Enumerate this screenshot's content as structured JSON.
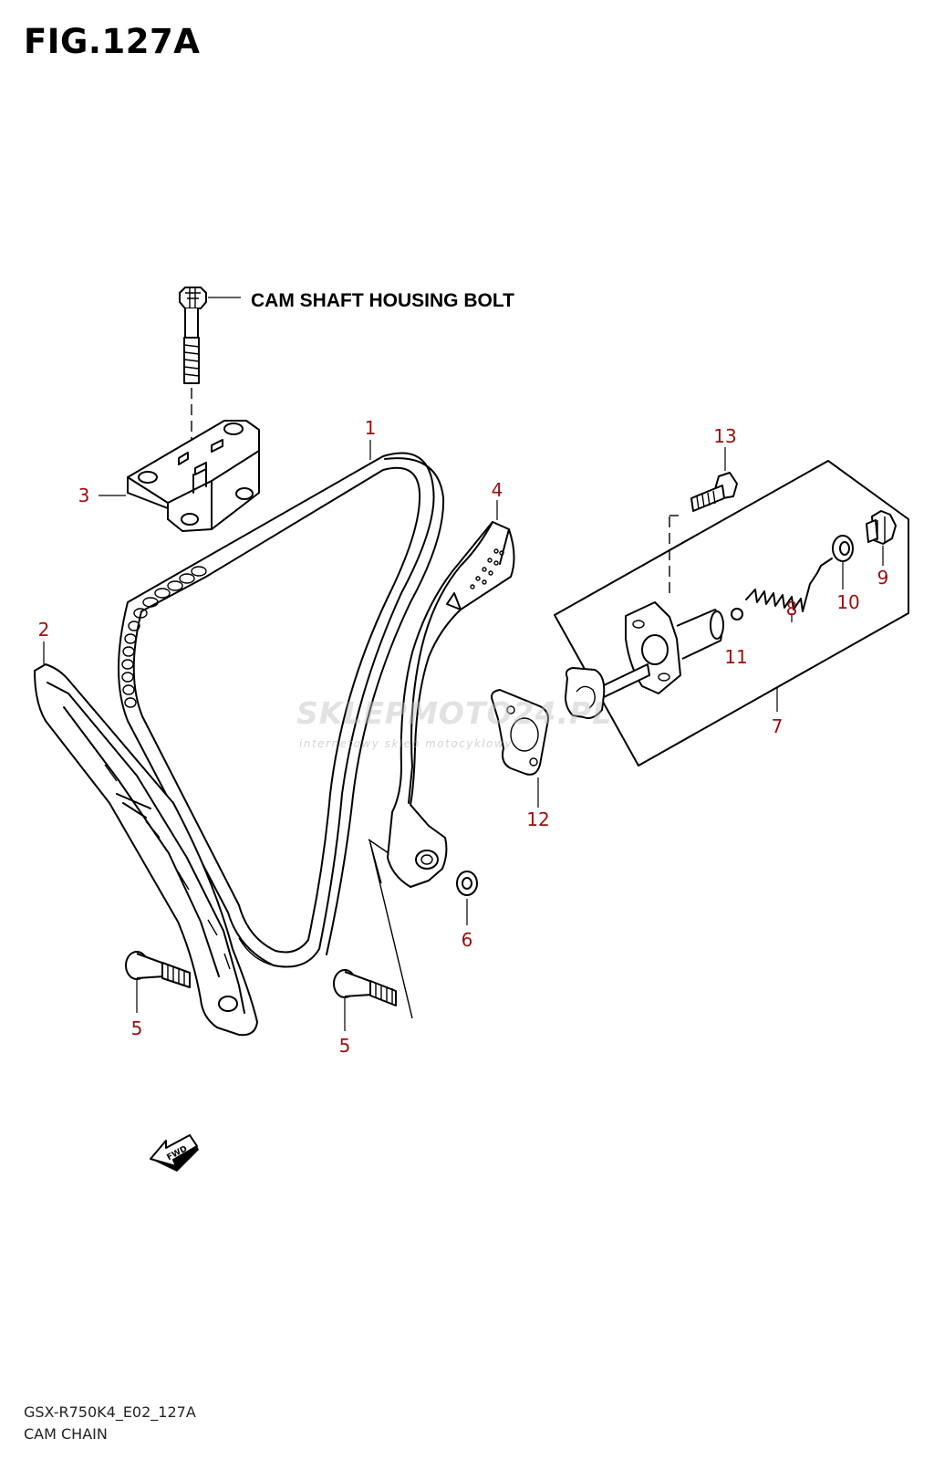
{
  "figure": {
    "title": "FIG.127A",
    "model_code": "GSX-R750K4_E02_127A",
    "caption": "CAM CHAIN"
  },
  "annotations": {
    "cam_shaft_housing_bolt": "CAM SHAFT HOUSING BOLT",
    "fwd_arrow": "FWD"
  },
  "callouts": [
    {
      "id": "c1",
      "label": "1",
      "part": "cam chain"
    },
    {
      "id": "c2",
      "label": "2",
      "part": "cam chain guide"
    },
    {
      "id": "c3",
      "label": "3",
      "part": "cam chain guide plate"
    },
    {
      "id": "c4",
      "label": "4",
      "part": "cam chain tensioner"
    },
    {
      "id": "c5a",
      "label": "5",
      "part": "bolt"
    },
    {
      "id": "c5b",
      "label": "5",
      "part": "bolt"
    },
    {
      "id": "c6",
      "label": "6",
      "part": "washer"
    },
    {
      "id": "c7",
      "label": "7",
      "part": "tensioner adjuster assembly"
    },
    {
      "id": "c8",
      "label": "8",
      "part": "spring"
    },
    {
      "id": "c9",
      "label": "9",
      "part": "cap bolt"
    },
    {
      "id": "c10",
      "label": "10",
      "part": "gasket washer"
    },
    {
      "id": "c11",
      "label": "11",
      "part": "ball"
    },
    {
      "id": "c12",
      "label": "12",
      "part": "gasket"
    },
    {
      "id": "c13",
      "label": "13",
      "part": "bolt"
    }
  ],
  "watermark": {
    "brand": "SKLEPMOTO24.PL",
    "tagline": "internetowy sklep motocyklowy"
  },
  "colors": {
    "callout": "#9b0f0f",
    "line": "#000000",
    "watermark": "#bebebe"
  }
}
